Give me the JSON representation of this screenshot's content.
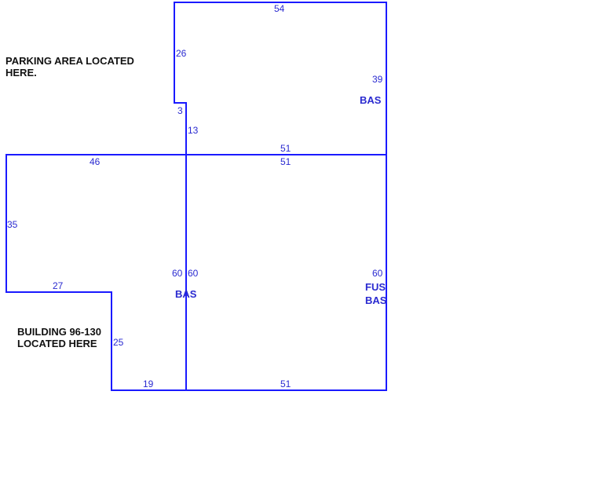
{
  "notes": {
    "parking": [
      "PARKING AREA LOCATED",
      "HERE."
    ],
    "building": [
      "BUILDING 96-130",
      "LOCATED HERE"
    ]
  },
  "dimensions": {
    "upper_top": "54",
    "upper_left": "26",
    "upper_notch": "3",
    "upper_left_lower": "13",
    "upper_right": "39",
    "upper_bottom": "51",
    "lower_top_right": "51",
    "left_top": "46",
    "left_side": "35",
    "left_step": "27",
    "left_lower_side": "25",
    "left_bottom": "19",
    "left_inner": "60",
    "right_inner": "60",
    "right_side": "60",
    "right_bottom": "51"
  },
  "areas": {
    "upper": "BAS",
    "lower_left": "BAS",
    "lower_right": [
      "FUS",
      "BAS"
    ]
  },
  "colors": {
    "line": "#1a1aff",
    "text": "#2a2ad0"
  }
}
